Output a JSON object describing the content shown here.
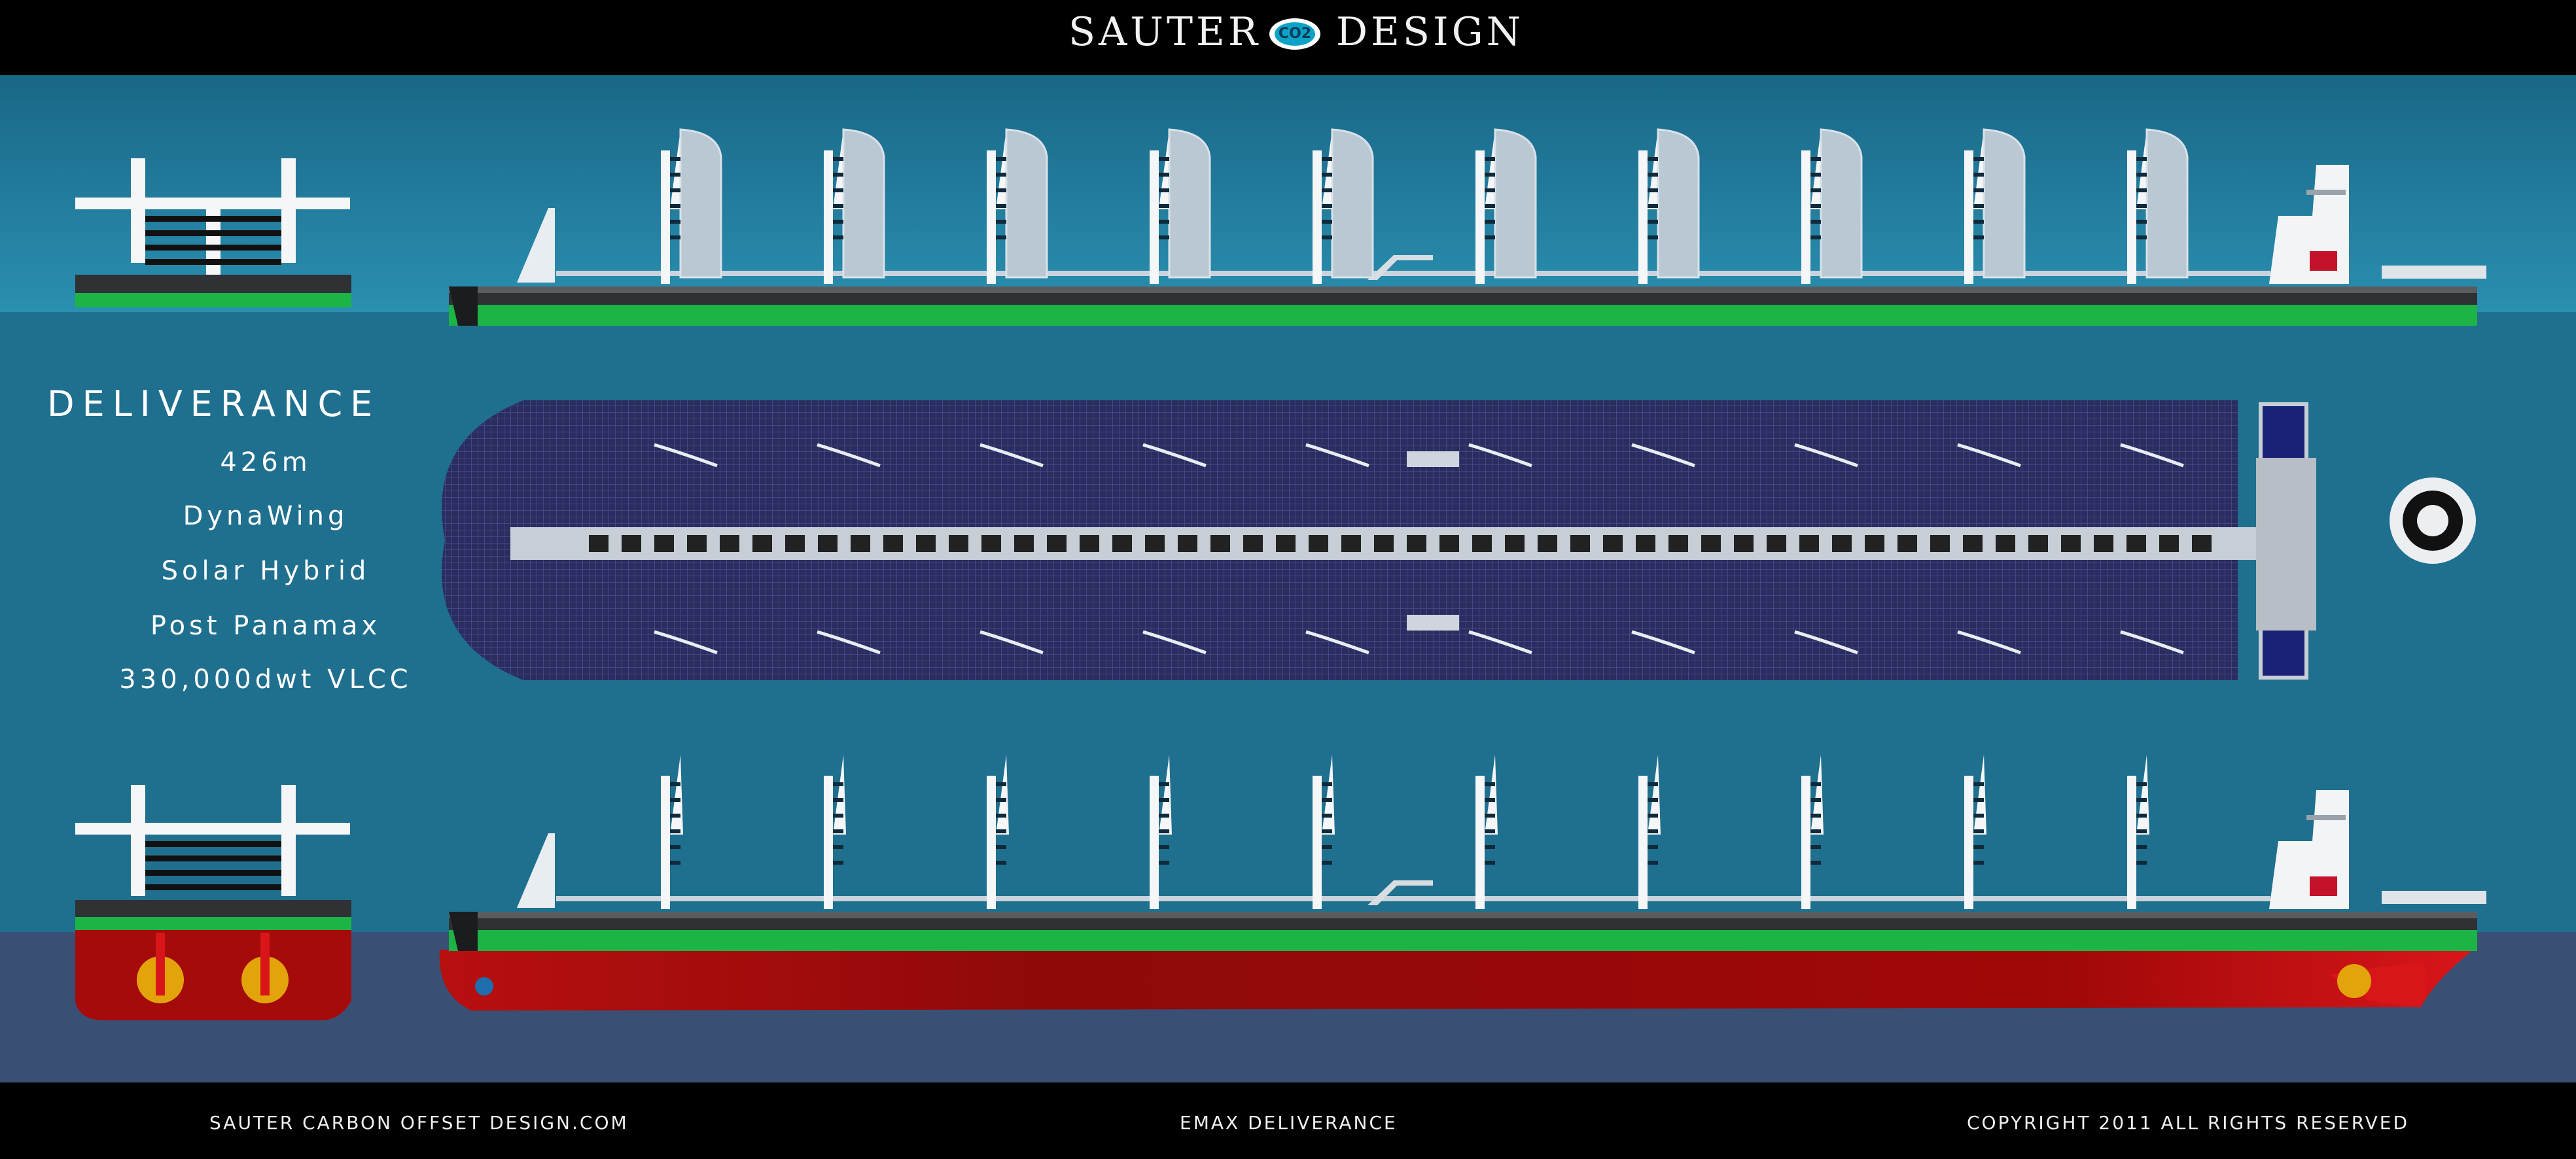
{
  "brand": {
    "left_word": "SAUTER",
    "right_word": "DESIGN",
    "badge_text": "CO2"
  },
  "ship": {
    "name": "DELIVERANCE",
    "specs": {
      "length": "426m",
      "wing": "DynaWing",
      "power": "Solar Hybrid",
      "class": "Post Panamax",
      "capacity": "330,000dwt VLCC"
    }
  },
  "footer": {
    "site": "SAUTER CARBON OFFSET DESIGN.COM",
    "model": "EMAX DELIVERANCE",
    "copyright": "COPYRIGHT 2011 ALL RIGHTS RESERVED"
  },
  "colors": {
    "sky": "#1f6f8f",
    "water": "#3a4f74",
    "deck_panel": "#2a2d60",
    "hull_green": "#1db446",
    "hull_red": "#a50b0b",
    "bridge_navy": "#1a2277"
  },
  "wing_sails": {
    "count": 10
  }
}
